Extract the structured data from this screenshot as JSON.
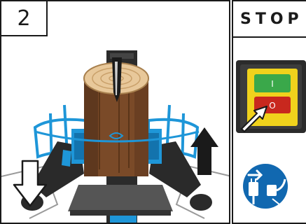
{
  "step": {
    "number": "2"
  },
  "stop_panel": {
    "title": "STOP",
    "switch_on_label": "I",
    "switch_off_label": "O"
  },
  "colors": {
    "frame": "#1a1a1a",
    "accent_blue": "#1e96d8",
    "wood_bark": "#7a4a28",
    "wood_top": "#e8c89a",
    "switch_yellow": "#f0d21c",
    "switch_green": "#3aa84a",
    "switch_red": "#c8281e",
    "sign_blue": "#1168b0"
  }
}
